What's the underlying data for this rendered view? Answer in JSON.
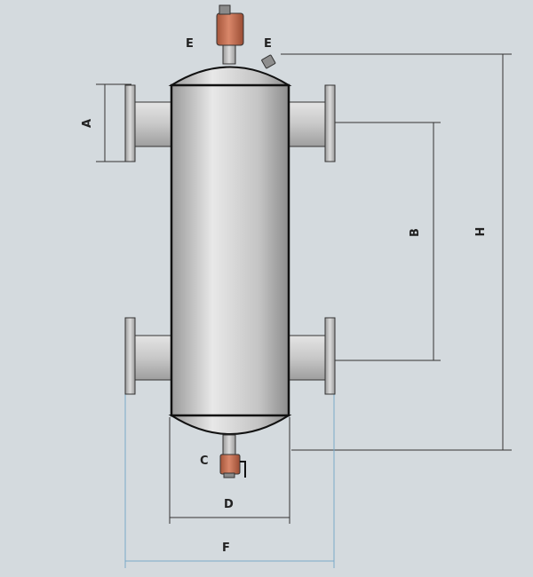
{
  "diagram": {
    "labels": {
      "vent_top": "E",
      "vent_side": "E",
      "flange_a": "A",
      "spacing_b": "B",
      "height_h": "H",
      "drain_c": "C",
      "diameter_d": "D",
      "width_f": "F"
    }
  },
  "colors": {
    "background": "#d4dade",
    "vessel_body": "#bcbcbc",
    "vessel_highlight": "#e6e6e6",
    "vessel_outline": "#111111",
    "valve_copper": "#c8714f",
    "dimension_line": "#333333",
    "dimension_line_blue": "#7aa9c8"
  }
}
